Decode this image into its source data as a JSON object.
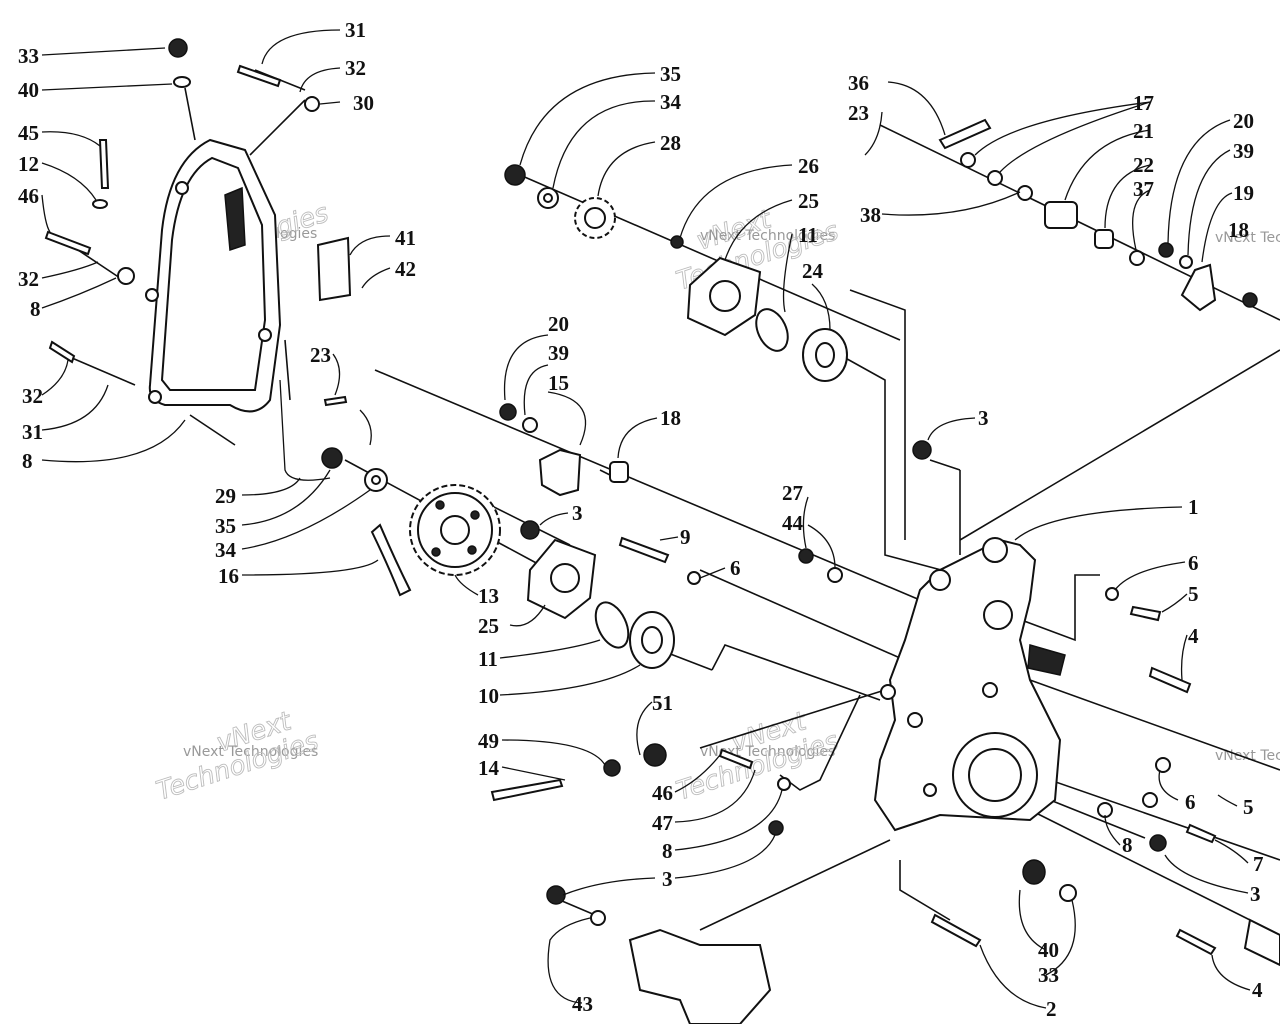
{
  "diagram": {
    "watermark_big": "vNext",
    "watermark_big2": "Technologies",
    "watermark_small": "vNext Technologies",
    "labels": [
      "33",
      "40",
      "45",
      "12",
      "46",
      "32",
      "8",
      "31",
      "32",
      "30",
      "31",
      "32",
      "8",
      "41",
      "42",
      "23",
      "29",
      "35",
      "34",
      "16",
      "13",
      "25",
      "11",
      "10",
      "35",
      "34",
      "28",
      "26",
      "25",
      "11",
      "24",
      "20",
      "39",
      "15",
      "18",
      "3",
      "9",
      "6",
      "27",
      "44",
      "36",
      "23",
      "17",
      "21",
      "22",
      "37",
      "20",
      "39",
      "19",
      "38",
      "3",
      "1",
      "6",
      "5",
      "4",
      "51",
      "49",
      "14",
      "46",
      "47",
      "8",
      "3",
      "3",
      "43",
      "40",
      "33",
      "2",
      "4",
      "6",
      "5",
      "8",
      "7",
      "3",
      "18"
    ]
  }
}
